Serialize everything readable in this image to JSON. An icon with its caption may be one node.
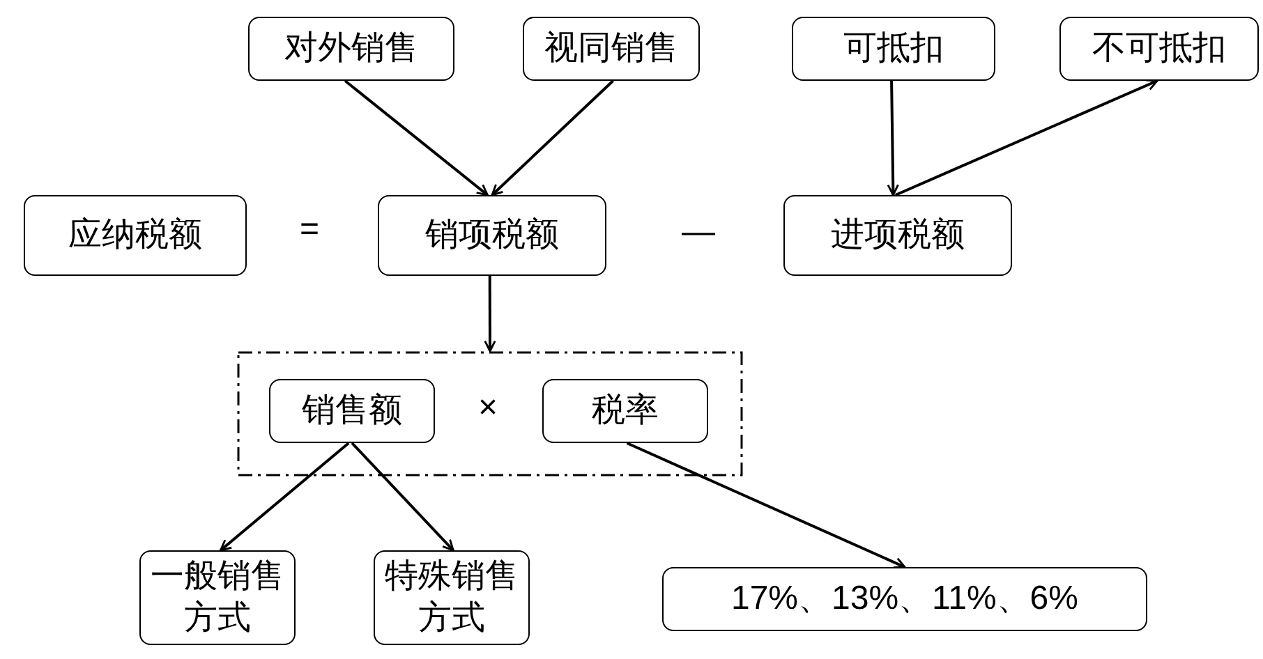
{
  "diagram": {
    "nodes": [
      {
        "text": [
          "对外销售"
        ]
      },
      {
        "text": [
          "视同销售"
        ]
      },
      {
        "text": [
          "可抵扣"
        ]
      },
      {
        "text": [
          "不可抵扣"
        ]
      },
      {
        "text": [
          "应纳税额"
        ]
      },
      {
        "text": [
          "销项税额"
        ]
      },
      {
        "text": [
          "进项税额"
        ]
      },
      {
        "text": [],
        "shape": "box"
      },
      {
        "text": [
          "销售额"
        ],
        "in": 7
      },
      {
        "text": [
          "税率"
        ],
        "in": 7
      },
      {
        "text": [
          "一般销售方式"
        ]
      },
      {
        "text": [
          "特殊销售方式"
        ]
      },
      {
        "text": [
          "17%、13%、11%、6%"
        ]
      }
    ],
    "edges": [
      {
        "from": 0,
        "to": 5,
        "arrow": "to"
      },
      {
        "from": 1,
        "to": 5,
        "arrow": "to"
      },
      {
        "from": 2,
        "to": 6,
        "arrow": "to"
      },
      {
        "from": 6,
        "to": 3,
        "arrow": "to"
      },
      {
        "from": 5,
        "to": 7,
        "arrow": "to"
      },
      {
        "from": 8,
        "to": 10,
        "arrow": "to"
      },
      {
        "from": 8,
        "to": 11,
        "arrow": "to"
      },
      {
        "from": 9,
        "to": 12,
        "arrow": "to"
      }
    ],
    "labels": [
      "=",
      "—",
      "×"
    ]
  }
}
